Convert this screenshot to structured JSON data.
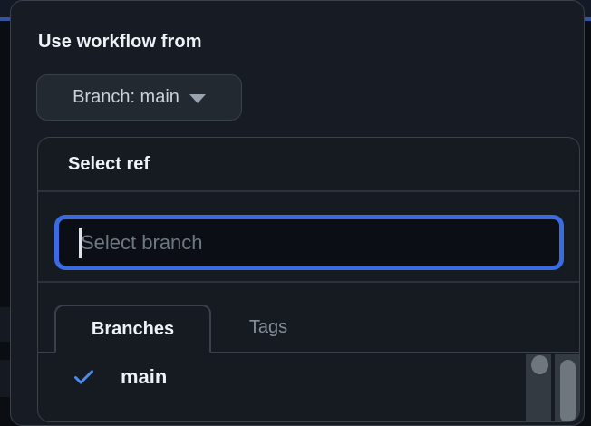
{
  "dialog": {
    "heading": "Use workflow from",
    "branch_selector": {
      "label": "Branch: main",
      "caret_icon": "chevron-down-icon"
    }
  },
  "ref_panel": {
    "title": "Select ref",
    "filter_input": {
      "value": "",
      "placeholder": "Select branch"
    },
    "tabs": [
      {
        "label": "Branches",
        "active": true
      },
      {
        "label": "Tags",
        "active": false
      }
    ],
    "items": [
      {
        "label": "main",
        "selected": true,
        "check_icon": "check-icon"
      }
    ]
  },
  "colors": {
    "focus_ring_blue": "#3a6be0",
    "check_blue": "#4b8cf0",
    "page_accent_line_blue": "#33549f",
    "dialog_background": "#171c24",
    "panel_background": "#161b22",
    "border_gray": "#3a414b",
    "placeholder_gray": "#6f7881"
  }
}
